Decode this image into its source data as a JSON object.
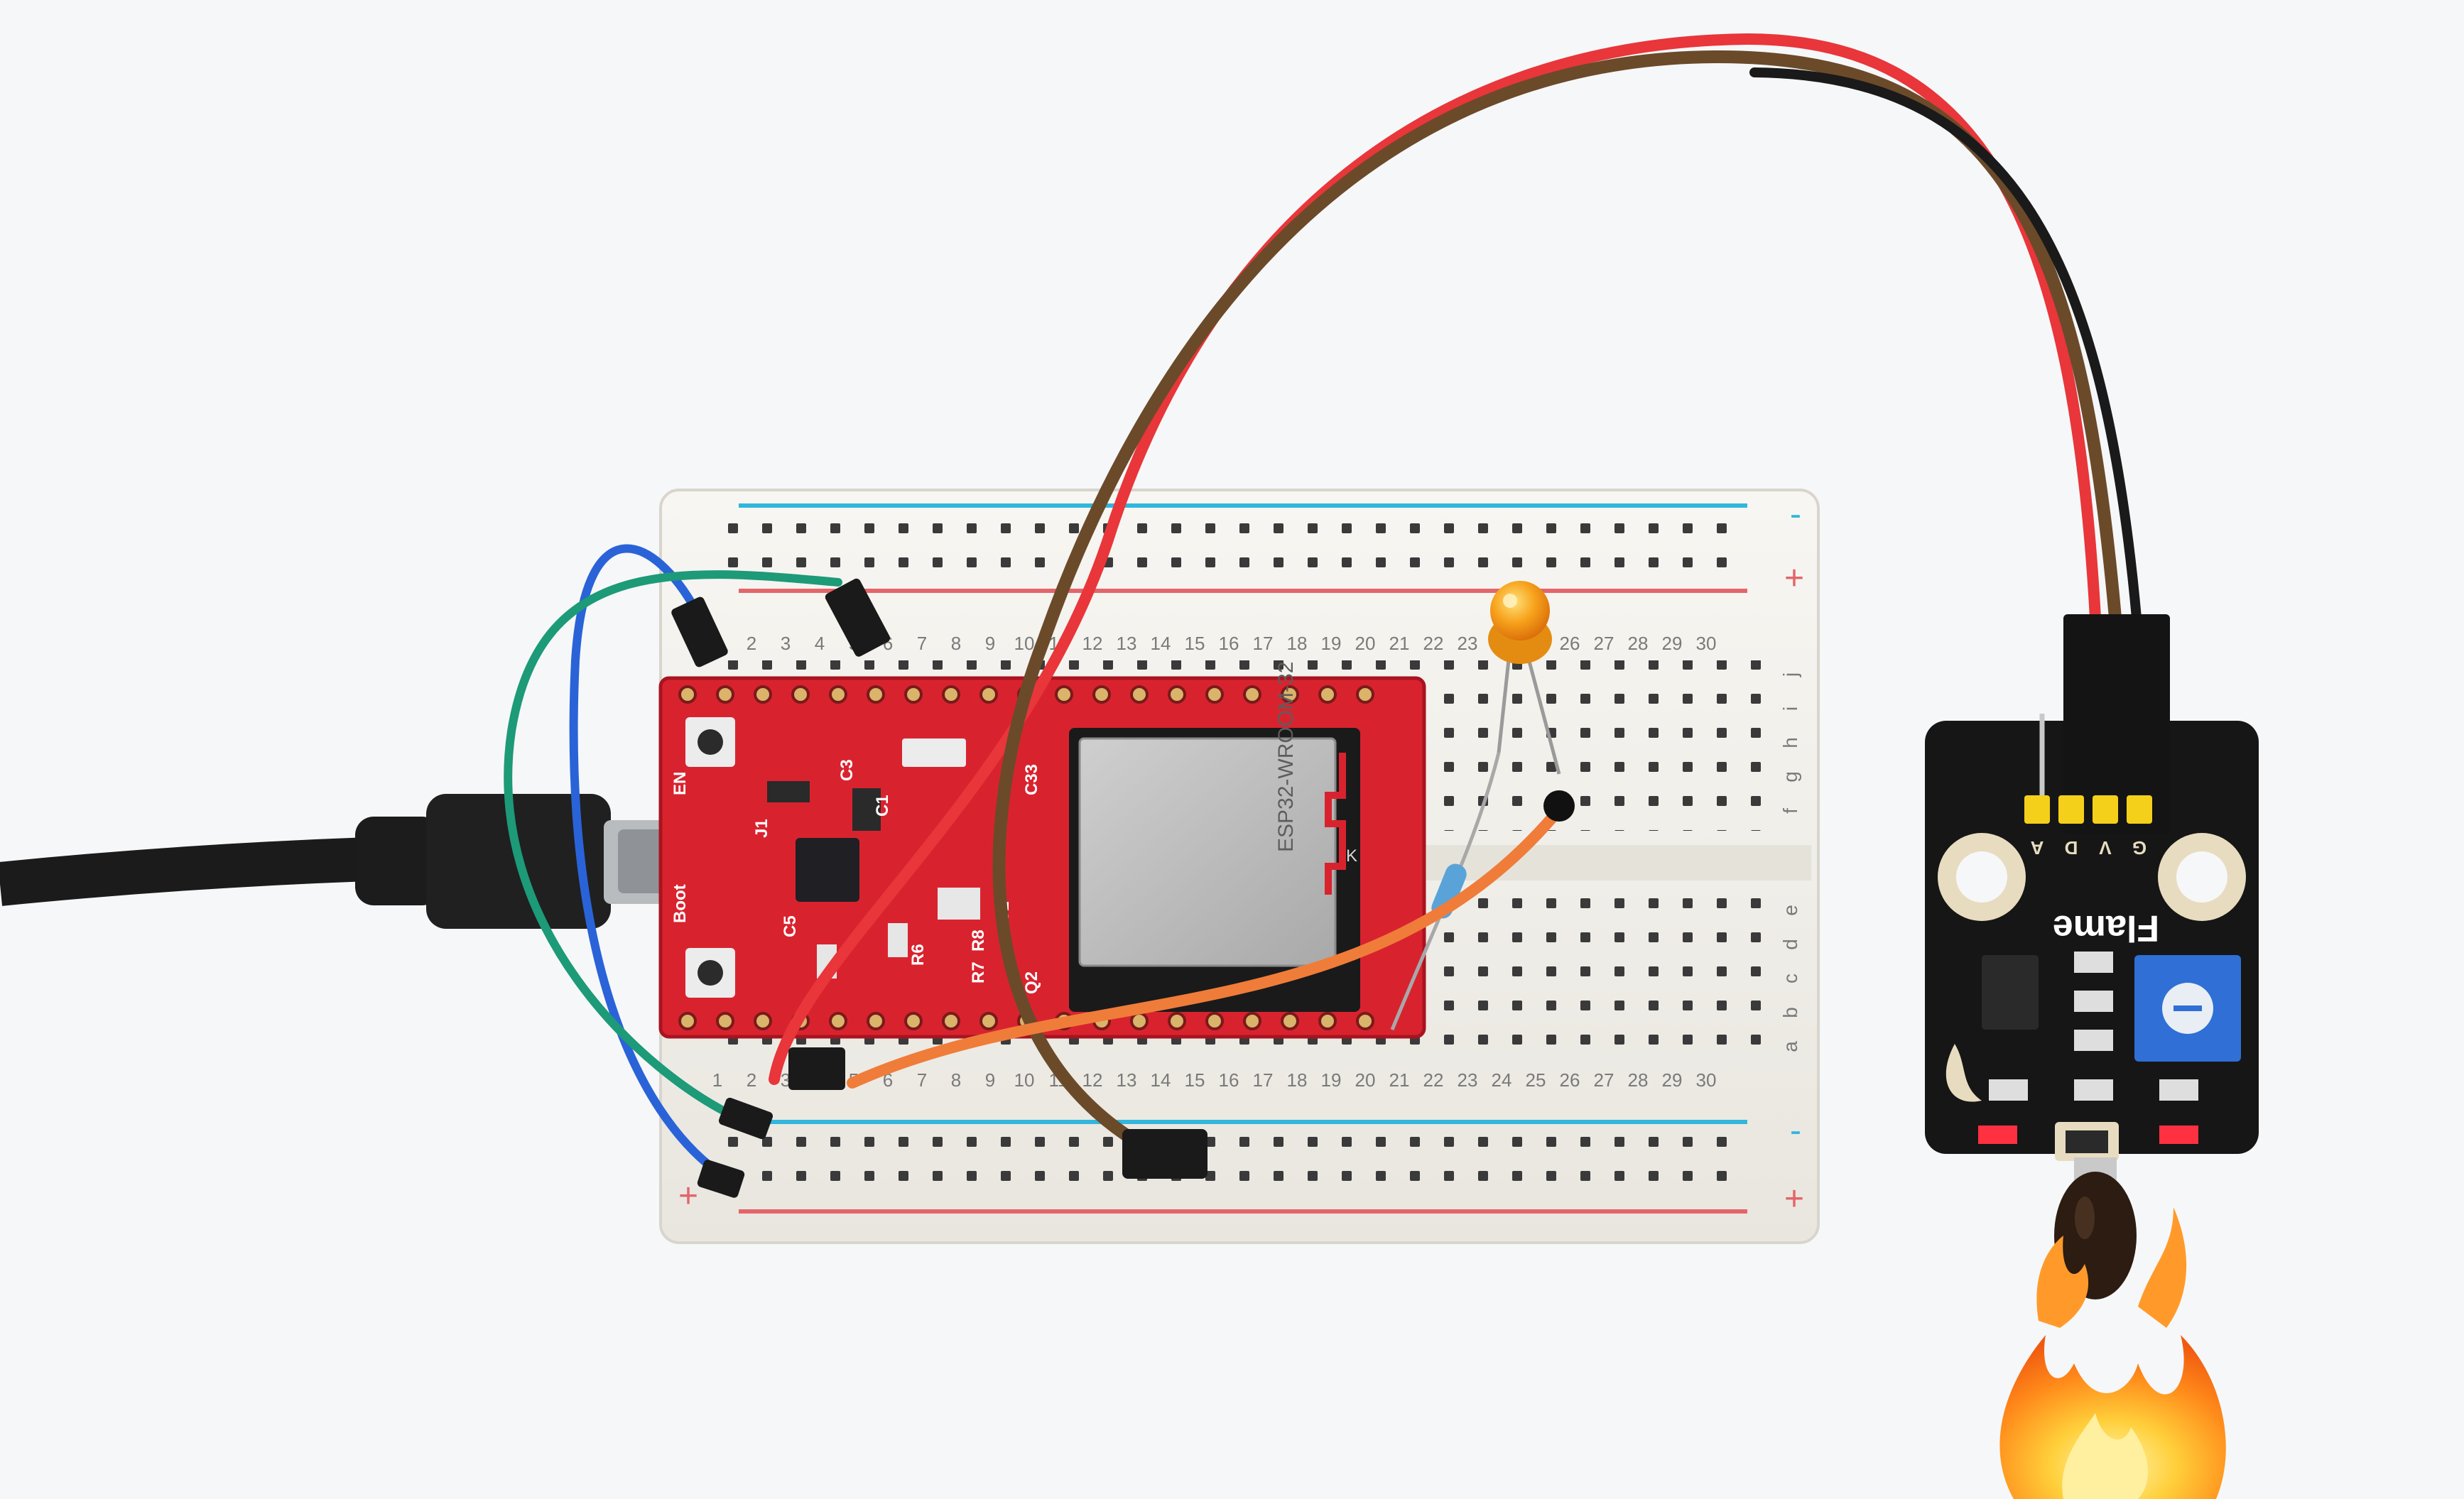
{
  "breadboard": {
    "row_numbers": [
      "1",
      "2",
      "3",
      "4",
      "5",
      "6",
      "7",
      "8",
      "9",
      "10",
      "11",
      "12",
      "13",
      "14",
      "15",
      "16",
      "17",
      "18",
      "19",
      "20",
      "21",
      "22",
      "23",
      "24",
      "25",
      "26",
      "27",
      "28",
      "29",
      "30"
    ],
    "letters_top": [
      "j",
      "i",
      "h",
      "g",
      "f"
    ],
    "letters_bottom": [
      "e",
      "d",
      "c",
      "b",
      "a"
    ],
    "rail_minus": "-",
    "rail_plus": "+"
  },
  "esp32_board": {
    "module_label": "ESP32-WROOM-32",
    "silkscreen": [
      "EN",
      "Boot",
      "C33",
      "U2",
      "R7",
      "R8",
      "C5",
      "J1",
      "C3",
      "C1",
      "R6",
      "Q2"
    ],
    "antenna_mark": "K"
  },
  "flame_module": {
    "title": "Flame",
    "pins": [
      "A",
      "D",
      "V",
      "G"
    ]
  },
  "colors": {
    "breadboard": "#f1efe9",
    "esp32_pcb": "#d8232f",
    "module_pcb": "#161616",
    "wire_red": "#e8363a",
    "wire_brown": "#6b4a2a",
    "wire_black": "#1a1a1a",
    "wire_orange": "#f07c3a",
    "wire_blue": "#2a63d8",
    "wire_green": "#1d9a78",
    "led": "#f5a21a",
    "flame": "#ff8a1a"
  }
}
